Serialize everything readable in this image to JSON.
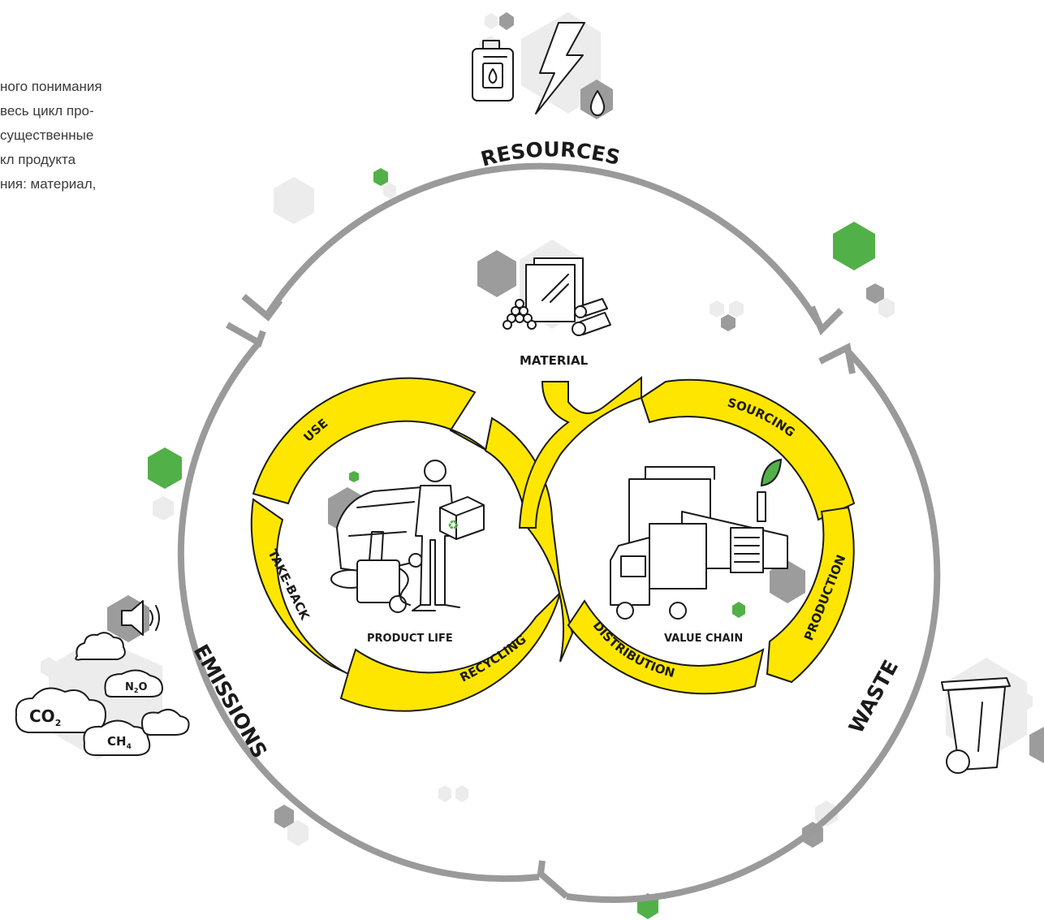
{
  "intro_lines": [
    "ного понимания",
    "весь цикл про-",
    "существенные",
    "кл продукта",
    "ния: материал,"
  ],
  "outer_labels": {
    "resources": "RESOURCES",
    "waste": "WASTE",
    "emissions": "EMISSIONS"
  },
  "material_label": "MATERIAL",
  "left_loop": {
    "center_label": "PRODUCT LIFE",
    "segments": [
      "USE",
      "TAKE-BACK",
      "RECYCLING"
    ]
  },
  "right_loop": {
    "center_label": "VALUE CHAIN",
    "segments": [
      "SOURCING",
      "PRODUCTION",
      "DISTRIBUTION"
    ]
  },
  "gases": {
    "co2": "CO",
    "co2_sub": "2",
    "ch4": "CH",
    "ch4_sub": "4",
    "n2o_a": "N",
    "n2o_sub": "2",
    "n2o_b": "O"
  },
  "colors": {
    "accent_yellow": "#FFE600",
    "ring_grey": "#9a9a9a",
    "hex_green": "#52B048",
    "hex_grey_dark": "#9c9c9c",
    "hex_grey_light": "#ececec"
  },
  "icons": [
    "fuel-canister-icon",
    "lightning-icon",
    "water-drop-icon",
    "glass-pane-icon",
    "pellets-icon",
    "logs-icon",
    "scrubber-machine-icon",
    "pressure-washer-icon",
    "worker-icon",
    "recycle-box-icon",
    "factory-icon",
    "truck-icon",
    "leaf-icon",
    "waste-bin-icon",
    "smog-cloud-icon",
    "speaker-icon"
  ]
}
